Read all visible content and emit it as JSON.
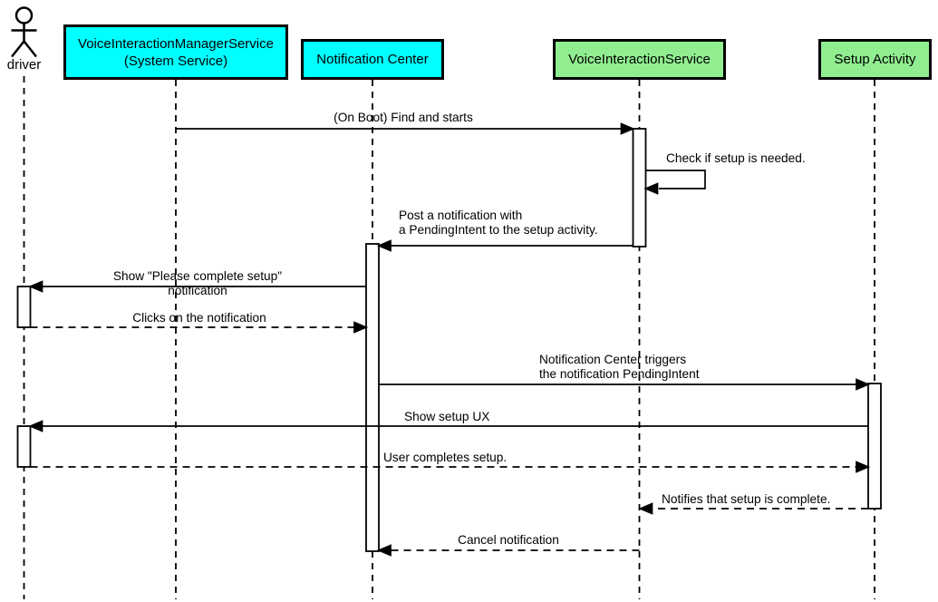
{
  "diagram": {
    "type": "uml-sequence-diagram",
    "background": "#ffffff",
    "stroke_color": "#000000",
    "actor": {
      "label": "driver"
    },
    "participants": [
      {
        "id": "voice-interaction-manager-service",
        "label": "VoiceInteractionManagerService\n(System Service)",
        "fill": "#00ffff"
      },
      {
        "id": "notification-center",
        "label": "Notification Center",
        "fill": "#00ffff"
      },
      {
        "id": "voice-interaction-service",
        "label": "VoiceInteractionService",
        "fill": "#90ee90"
      },
      {
        "id": "setup-activity",
        "label": "Setup Activity",
        "fill": "#90ee90"
      }
    ],
    "messages": [
      {
        "label": "(On Boot) Find and starts",
        "from": "VoiceInteractionManagerService (System Service)",
        "to": "VoiceInteractionService",
        "line": "solid"
      },
      {
        "label": "Check if setup is needed.",
        "from": "VoiceInteractionService",
        "to": "VoiceInteractionService",
        "line": "solid-self"
      },
      {
        "label": "Post a notification with\na PendingIntent to the setup activity.",
        "from": "VoiceInteractionService",
        "to": "Notification Center",
        "line": "solid"
      },
      {
        "label": "Show \"Please complete setup\" notification",
        "from": "Notification Center",
        "to": "driver",
        "line": "solid"
      },
      {
        "label": "Clicks on the notification",
        "from": "driver",
        "to": "Notification Center",
        "line": "dashed"
      },
      {
        "label": "Notification Center triggers\nthe notification PendingIntent",
        "from": "Notification Center",
        "to": "Setup Activity",
        "line": "solid"
      },
      {
        "label": "Show setup UX",
        "from": "Setup Activity",
        "to": "driver",
        "line": "solid"
      },
      {
        "label": "User completes setup.",
        "from": "driver",
        "to": "Setup Activity",
        "line": "dashed"
      },
      {
        "label": "Notifies that setup is complete.",
        "from": "Setup Activity",
        "to": "VoiceInteractionService",
        "line": "dashed"
      },
      {
        "label": "Cancel notification",
        "from": "VoiceInteractionService",
        "to": "Notification Center",
        "line": "dashed"
      }
    ]
  }
}
